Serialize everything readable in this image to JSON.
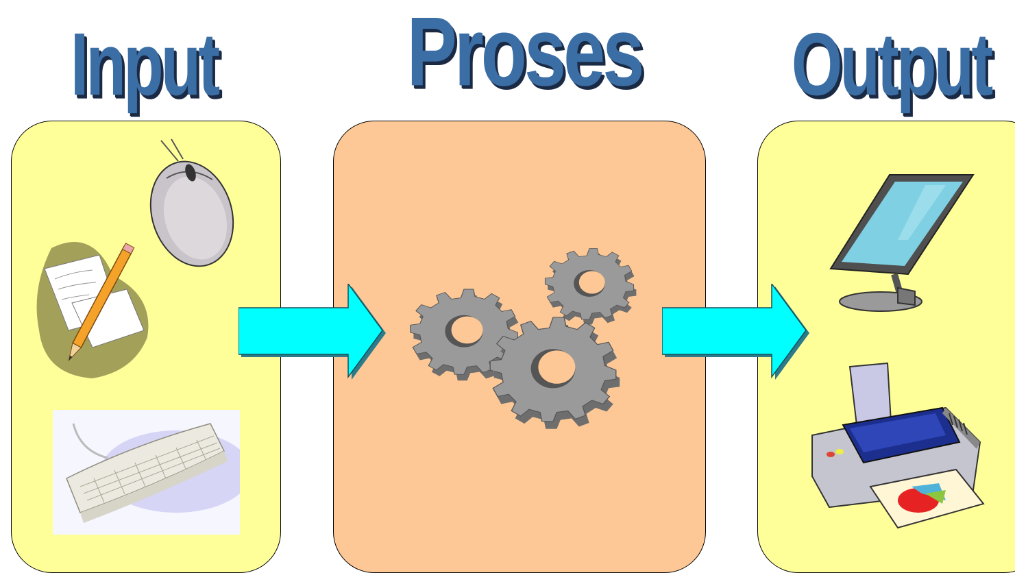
{
  "titles": {
    "input": "Input",
    "proses": "Proses",
    "output": "Output"
  },
  "panels": {
    "input": {
      "color": "#ffff99",
      "icons": [
        "mouse-icon",
        "paper-pencil-icon",
        "keyboard-icon"
      ]
    },
    "proses": {
      "color": "#fdc896",
      "icons": [
        "gears-icon"
      ]
    },
    "output": {
      "color": "#ffff99",
      "icons": [
        "monitor-icon",
        "printer-icon"
      ]
    }
  },
  "arrows": {
    "color": "#00ffff",
    "items": [
      "arrow-input-to-proses",
      "arrow-proses-to-output"
    ]
  }
}
